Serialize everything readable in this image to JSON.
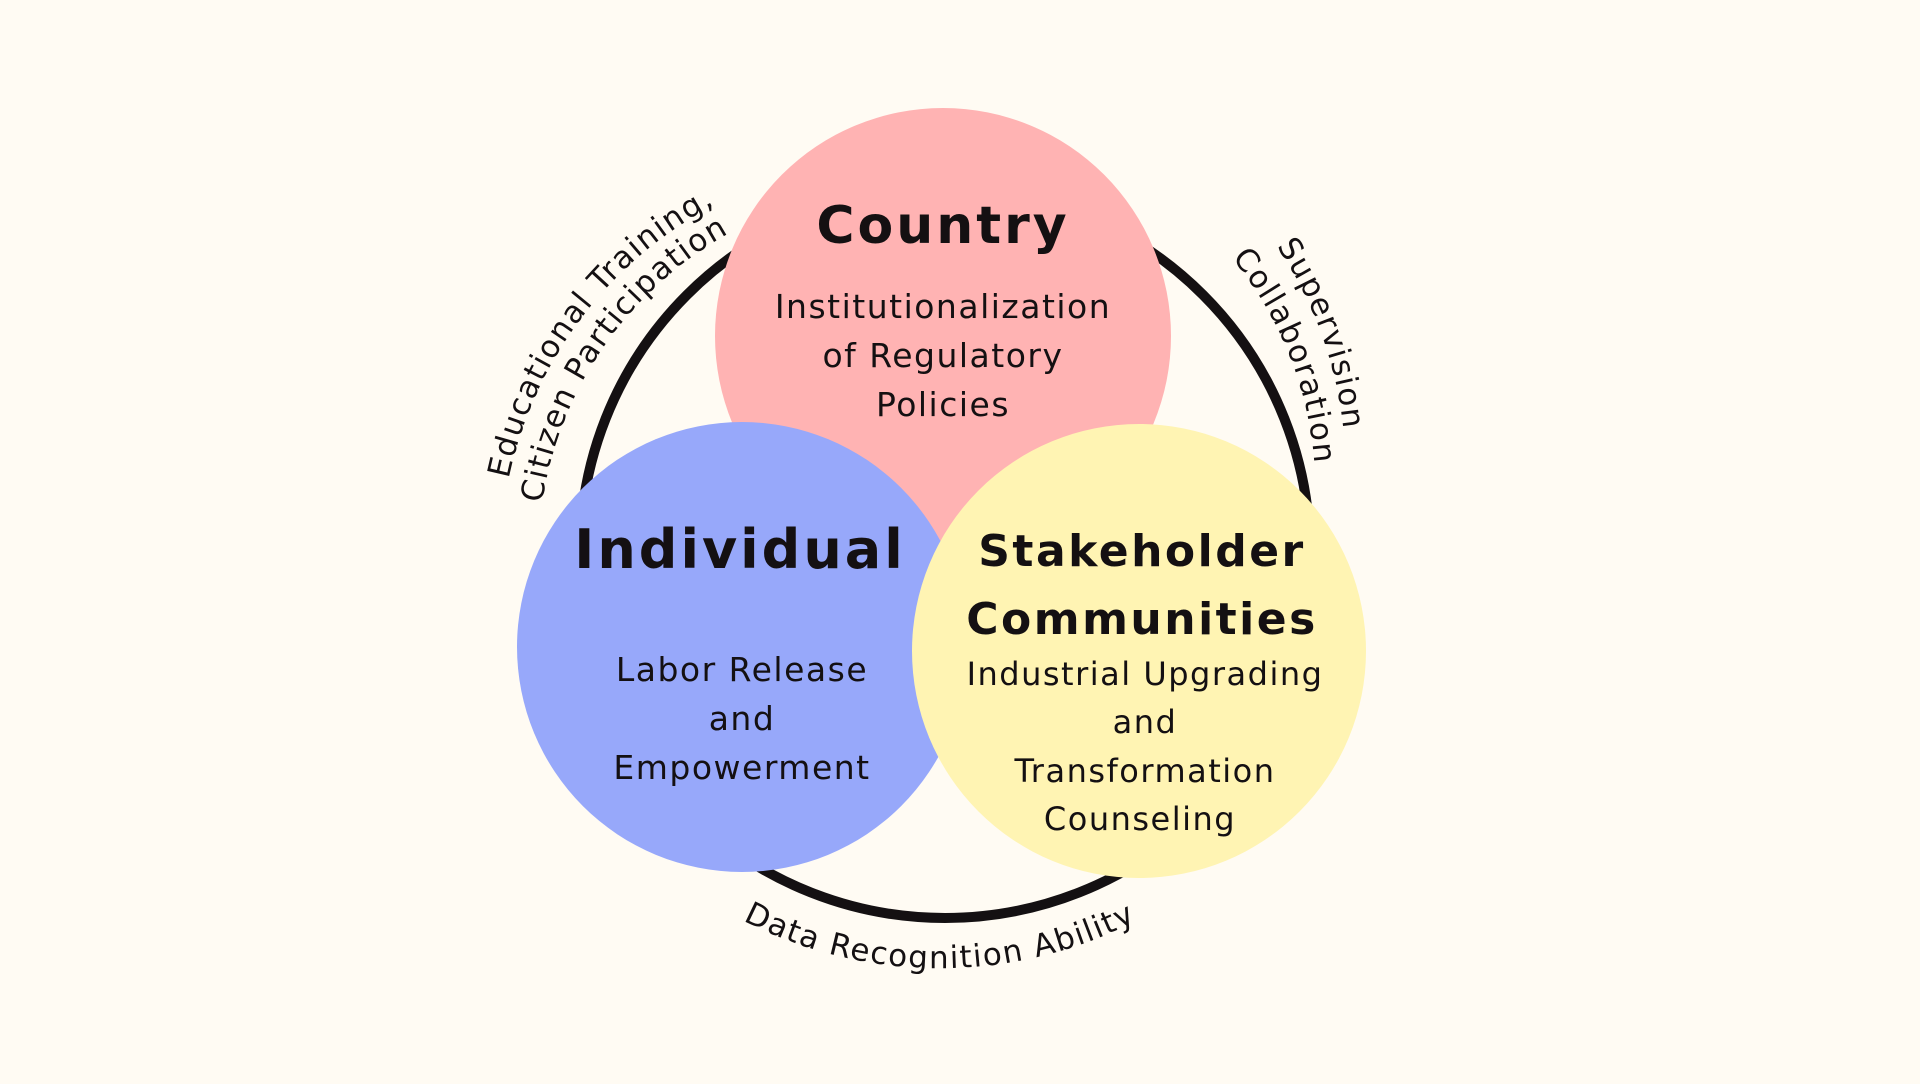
{
  "diagram": {
    "type": "venn",
    "background": "#fffbf3",
    "ring": {
      "color": "#141012"
    },
    "circles": [
      {
        "id": "country",
        "title": "Country",
        "lines": [
          "Institutionalization",
          "of Regulatory",
          "Policies"
        ],
        "color": "#ffb3b3"
      },
      {
        "id": "individual",
        "title": "Individual",
        "lines": [
          "Labor Release",
          "and",
          "Empowerment"
        ],
        "color": "#97a8fa"
      },
      {
        "id": "stakeholder",
        "title_lines": [
          "Stakeholder",
          "Communities"
        ],
        "lines": [
          "Industrial Upgrading",
          "and",
          "Transformation",
          "Counseling"
        ],
        "color": "#fff4b3"
      }
    ],
    "arc_labels": {
      "left": [
        "Educational Training,",
        "Citizen Participation"
      ],
      "right": [
        "Supervision",
        "Collaboration"
      ],
      "bottom": "Data Recognition Ability"
    }
  }
}
